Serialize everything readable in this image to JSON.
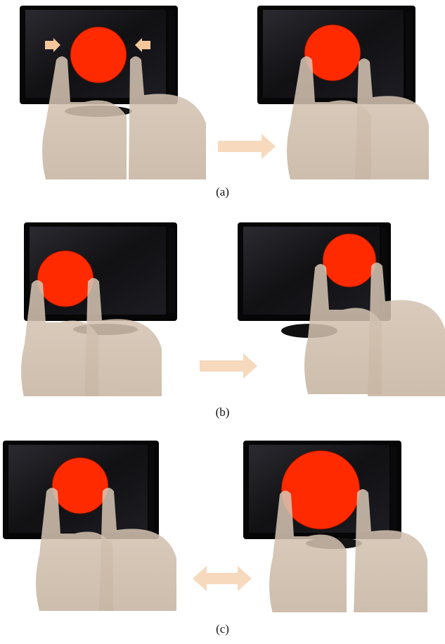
{
  "figure": {
    "captions": [
      "(a)",
      "(b)",
      "(c)"
    ],
    "colors": {
      "circle": "#ff2a00",
      "circle_outline": "#5a1000",
      "arrow": "#f7d9bd",
      "screen": "#111114",
      "bezel": "#050506",
      "hand": "#cbb9a8",
      "indicator_arrow": "#f3c79a"
    },
    "icons": {
      "transition": "right-arrow-icon",
      "bidirectional": "double-arrow-icon",
      "pinch_indicator": "small-arrow-icon"
    }
  }
}
